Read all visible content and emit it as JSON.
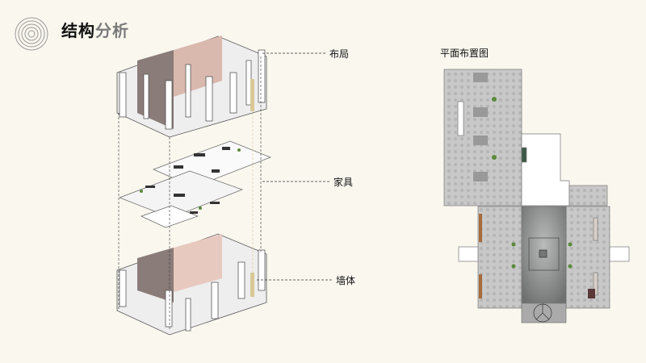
{
  "header": {
    "title_main": "结构",
    "title_accent": "分析",
    "logo_icon": "concentric-circles-icon"
  },
  "exploded_axonometric": {
    "layers": [
      {
        "label": "布局"
      },
      {
        "label": "家具"
      },
      {
        "label": "墙体"
      }
    ]
  },
  "floor_plan": {
    "title": "平面布置图"
  },
  "colors": {
    "background": "#faf7ef",
    "floor": "#c9c9c9",
    "wall_accent": "#d9b8ad",
    "leader": "#333333"
  }
}
